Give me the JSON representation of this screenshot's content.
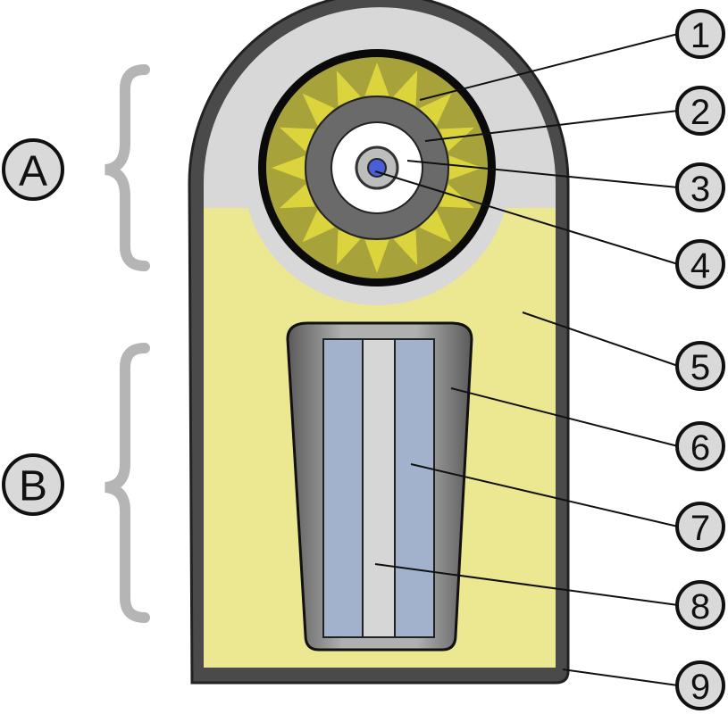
{
  "diagram": {
    "sections": [
      {
        "id": "A",
        "label": "A"
      },
      {
        "id": "B",
        "label": "B"
      }
    ],
    "callouts": [
      {
        "id": 1,
        "label": "1"
      },
      {
        "id": 2,
        "label": "2"
      },
      {
        "id": 3,
        "label": "3"
      },
      {
        "id": 4,
        "label": "4"
      },
      {
        "id": 5,
        "label": "5"
      },
      {
        "id": 6,
        "label": "6"
      },
      {
        "id": 7,
        "label": "7"
      },
      {
        "id": 8,
        "label": "8"
      },
      {
        "id": 9,
        "label": "9"
      }
    ],
    "colors": {
      "casing_outline": "#4a4a4a",
      "inner_shell": "#d8d8d8",
      "fill_yellow": "#ebe891",
      "ring_olive": "#a8a23a",
      "ring_star": "#dcd43c",
      "ring_black": "#0a0a0a",
      "ring_dark_gray": "#6a6a6a",
      "core_white": "#ffffff",
      "core_blue": "#4a5ed8",
      "pit_gray": "#9c9c9c",
      "rod_blue": "#a3b2cc",
      "rod_light": "#d6d6d6",
      "bracket_gray": "#b5b5b5",
      "callout_fill": "#d9d9d9"
    }
  }
}
